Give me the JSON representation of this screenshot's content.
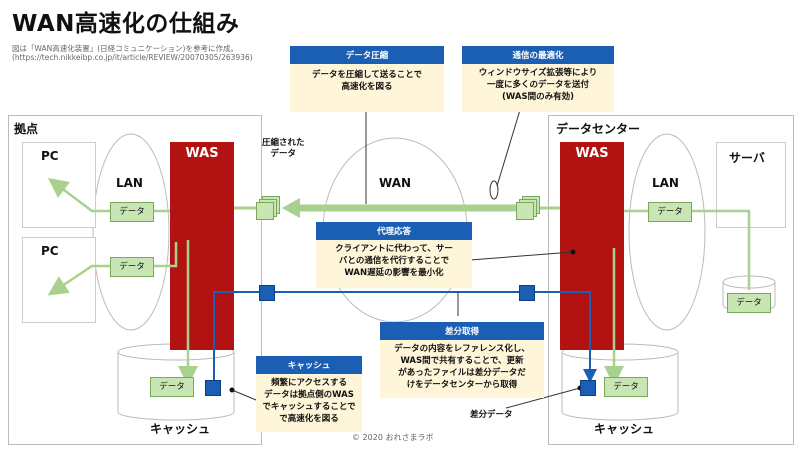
{
  "title": "WAN高速化の仕組み",
  "source_note_line1": "図は「WAN高速化装置」(日経コミュニケーション)を参考に作成。",
  "source_note_line2": "(https://tech.nikkeibp.co.jp/it/article/REVIEW/20070305/263936)",
  "copyright": "© 2020 おれさまラボ",
  "left_site": {
    "label": "拠点",
    "pc_labels": [
      "PC",
      "PC"
    ],
    "lan_label": "LAN",
    "was_label": "WAS",
    "cache_label": "キャッシュ",
    "data_labels": [
      "データ",
      "データ",
      "データ"
    ]
  },
  "right_site": {
    "label": "データセンター",
    "server_label": "サーバ",
    "lan_label": "LAN",
    "was_label": "WAS",
    "cache_label": "キャッシュ",
    "data_labels": [
      "データ",
      "データ",
      "データ"
    ]
  },
  "wan_label": "WAN",
  "compressed_data_label": "圧縮された\nデータ",
  "diff_data_label": "差分データ",
  "callouts": {
    "compression": {
      "head": "データ圧縮",
      "body": "データを圧縮して送ることで\n高速化を図る"
    },
    "optimization": {
      "head": "通信の最適化",
      "body": "ウィンドウサイズ拡張等により\n一度に多くのデータを送付\n(WAS間のみ有効)"
    },
    "proxy": {
      "head": "代理応答",
      "body": "クライアントに代わって、サー\nバとの通信を代行することで\nWAN遅延の影響を最小化"
    },
    "diff": {
      "head": "差分取得",
      "body": "データの内容をレファレンス化し、\nWAS間で共有することで、更新\nがあったファイルは差分データだ\nけをデータセンターから取得"
    },
    "cache": {
      "head": "キャッシュ",
      "body": "頻繁にアクセスする\nデータは拠点側のWAS\nでキャッシュすることで\nで高速化を図る"
    }
  },
  "colors": {
    "was": "#b31212",
    "accent_blue": "#1a5fb4",
    "data_green": "#c8e6b4",
    "arrow_green": "#a9d18e",
    "callout_bg": "#fff6d9"
  }
}
